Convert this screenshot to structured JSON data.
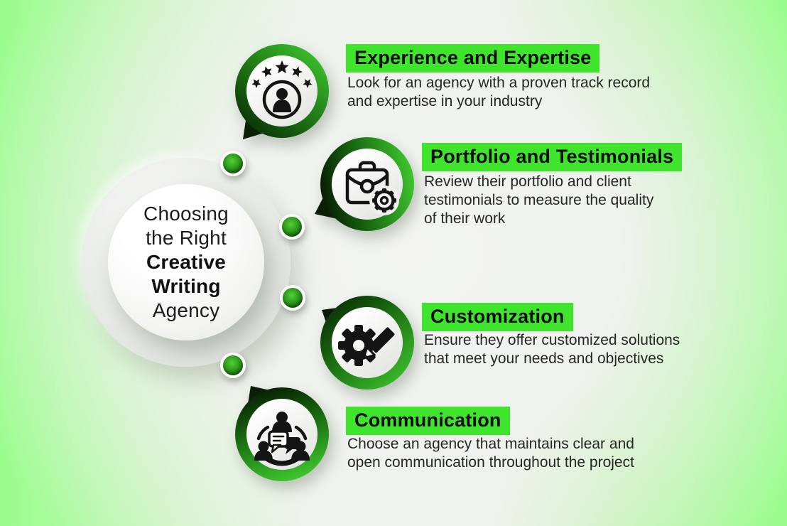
{
  "infographic": {
    "title": {
      "line1": "Choosing",
      "line2": "the Right",
      "line3": "Creative",
      "line4": "Writing",
      "line5": "Agency"
    },
    "items": [
      {
        "heading": "Experience and Expertise",
        "description": "Look for an agency with a proven track record\nand expertise in your industry",
        "icon": "user-rating-stars-icon"
      },
      {
        "heading": "Portfolio and Testimonials",
        "description": "Review their portfolio and client\ntestimonials to measure the quality\nof their work",
        "icon": "briefcase-gear-icon"
      },
      {
        "heading": "Customization",
        "description": "Ensure they offer customized solutions\nthat meet your needs and objectives",
        "icon": "gear-pencil-icon"
      },
      {
        "heading": "Communication",
        "description": "Choose an agency that maintains clear and\nopen communication throughout the project",
        "icon": "people-chat-icon"
      }
    ],
    "colors": {
      "highlight_green": "#3fe52c",
      "edge_green": "#99fc8c",
      "center_background": "#f2f3f1",
      "bubble_bright_green": "#3ec62e",
      "bubble_dark_green": "#0a2105",
      "dot_green": "#2c9a1c",
      "text_dark": "#161616"
    }
  }
}
